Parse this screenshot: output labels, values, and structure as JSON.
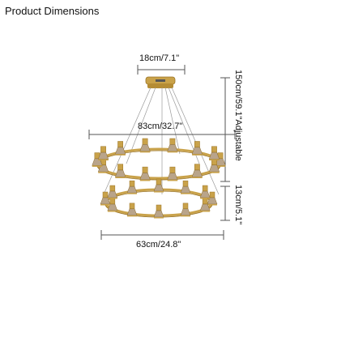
{
  "header": {
    "title": "Product Dimensions"
  },
  "dimensions": {
    "canopy_width": "18cm/7.1\"",
    "top_ring_width": "83cm/32.7\"",
    "bottom_ring_width": "63cm/24.8\"",
    "total_height": "150cm/59.1\"Adjustable",
    "ring_gap": "13cm/5.1\""
  },
  "colors": {
    "brass": "#c9a24a",
    "brass_dark": "#9a7426",
    "dimension_line": "#555555",
    "wire": "#9a9a9a"
  }
}
